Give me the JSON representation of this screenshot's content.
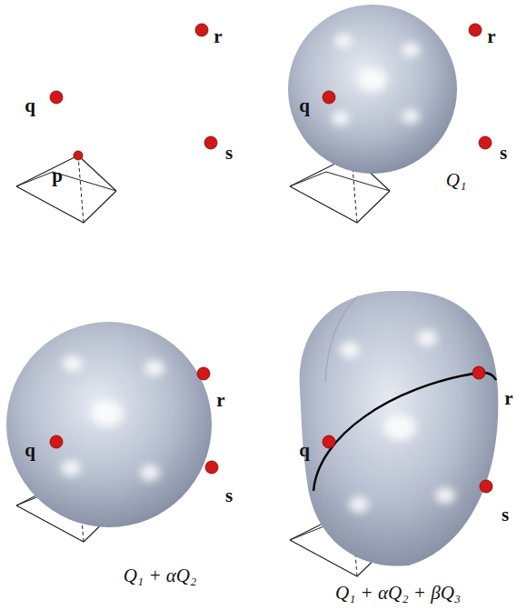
{
  "diagram": {
    "labels": [
      "r",
      "q",
      "p",
      "s",
      "r",
      "q",
      "s",
      "Q₁",
      "r",
      "q",
      "s",
      "Q₁ + αQ₂",
      "r",
      "q",
      "s",
      "Q₁ + αQ₂ + βQ₃"
    ]
  }
}
